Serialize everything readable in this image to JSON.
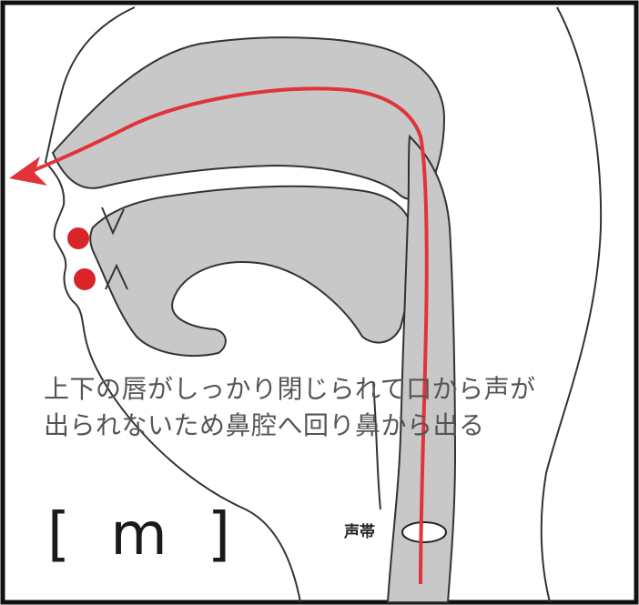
{
  "diagram": {
    "caption_line1": "上下の唇がしっかり閉じられて口から声が",
    "caption_line2": "出られないため鼻腔へ回り鼻から出る",
    "phoneme": "[ m ]",
    "vocal_cord_label": "声帯"
  },
  "colors": {
    "cavity_fill": "#c8c8c8",
    "outline": "#333333",
    "airflow": "#e0343a",
    "lip_marker": "#d9252a"
  }
}
